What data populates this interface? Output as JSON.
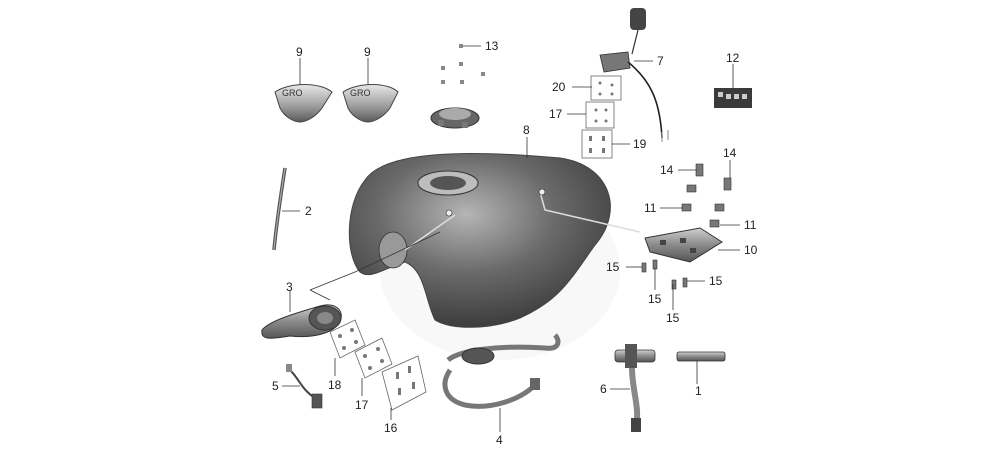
{
  "diagram": {
    "colors": {
      "tank_dark": "#3a3a3a",
      "tank_light": "#9a9a9a",
      "part_grey": "#8c8c8c",
      "part_dark": "#4a4a4a",
      "line": "#333333",
      "background": "#ffffff"
    },
    "callouts": [
      {
        "id": "c1",
        "label": "1"
      },
      {
        "id": "c2",
        "label": "2"
      },
      {
        "id": "c3",
        "label": "3"
      },
      {
        "id": "c4",
        "label": "4"
      },
      {
        "id": "c5",
        "label": "5"
      },
      {
        "id": "c6",
        "label": "6"
      },
      {
        "id": "c7",
        "label": "7"
      },
      {
        "id": "c8",
        "label": "8"
      },
      {
        "id": "c9a",
        "label": "9"
      },
      {
        "id": "c9b",
        "label": "9"
      },
      {
        "id": "c10",
        "label": "10"
      },
      {
        "id": "c11a",
        "label": "11"
      },
      {
        "id": "c11b",
        "label": "11"
      },
      {
        "id": "c12",
        "label": "12"
      },
      {
        "id": "c13",
        "label": "13"
      },
      {
        "id": "c14a",
        "label": "14"
      },
      {
        "id": "c14b",
        "label": "14"
      },
      {
        "id": "c15a",
        "label": "15"
      },
      {
        "id": "c15b",
        "label": "15"
      },
      {
        "id": "c15c",
        "label": "15"
      },
      {
        "id": "c15d",
        "label": "15"
      },
      {
        "id": "c16",
        "label": "16"
      },
      {
        "id": "c17a",
        "label": "17"
      },
      {
        "id": "c17b",
        "label": "17"
      },
      {
        "id": "c18",
        "label": "18"
      },
      {
        "id": "c19",
        "label": "19"
      },
      {
        "id": "c20",
        "label": "20"
      }
    ]
  }
}
